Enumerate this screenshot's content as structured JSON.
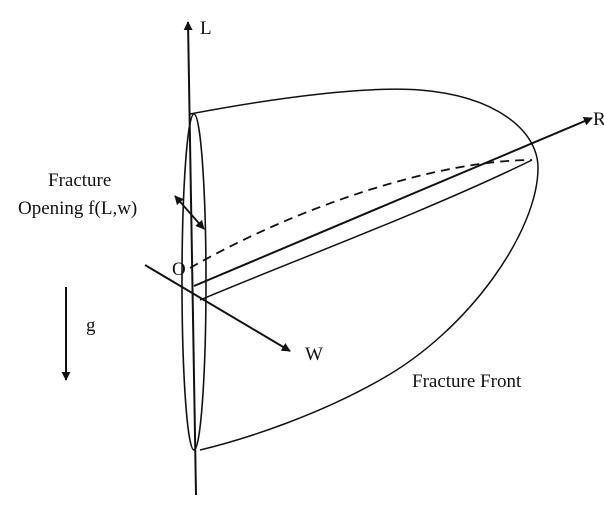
{
  "labels": {
    "axis_l": "L",
    "axis_r": "R",
    "axis_w": "W",
    "origin": "O",
    "gravity": "g",
    "opening_line1": "Fracture",
    "opening_line2": "Opening f(L,w)",
    "front": "Fracture Front"
  }
}
